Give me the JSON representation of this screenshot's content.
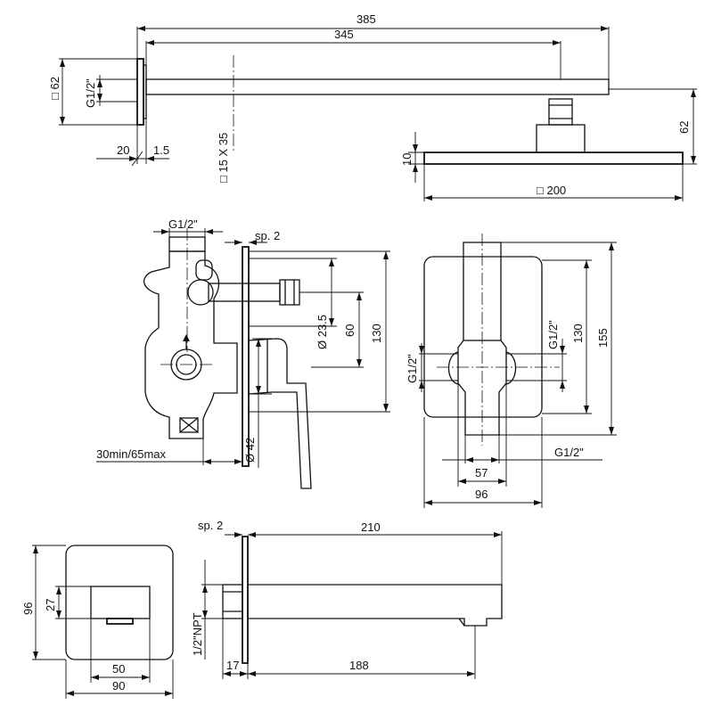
{
  "shower_arm": {
    "length_total": "385",
    "length_arm": "345",
    "flange_square": "□ 62",
    "thread": "G1/2\"",
    "flange_depth": "20",
    "flange_step": "1.5",
    "arm_section": "□ 15 X 35"
  },
  "shower_head": {
    "height_total": "62",
    "plate_thickness": "10",
    "plate_square": "□ 200"
  },
  "mixer_side": {
    "thread_top": "G1/2\"",
    "plate_thickness": "sp. 2",
    "diameter_small": "Ø 23.5",
    "depth_60": "60",
    "depth_130": "130",
    "diameter_large": "Ø 42",
    "wall_range": "30min/65max"
  },
  "mixer_front": {
    "thread_left": "G1/2\"",
    "thread_right": "G1/2\"",
    "thread_bottom": "G1/2\"",
    "height_130": "130",
    "height_155": "155",
    "width_57": "57",
    "width_96": "96"
  },
  "spout_front": {
    "height_96": "96",
    "height_27": "27",
    "width_50": "50",
    "width_90": "90"
  },
  "spout_side": {
    "plate_thickness": "sp. 2",
    "length_210": "210",
    "thread": "1/2\"NPT",
    "length_17": "17",
    "length_188": "188"
  }
}
